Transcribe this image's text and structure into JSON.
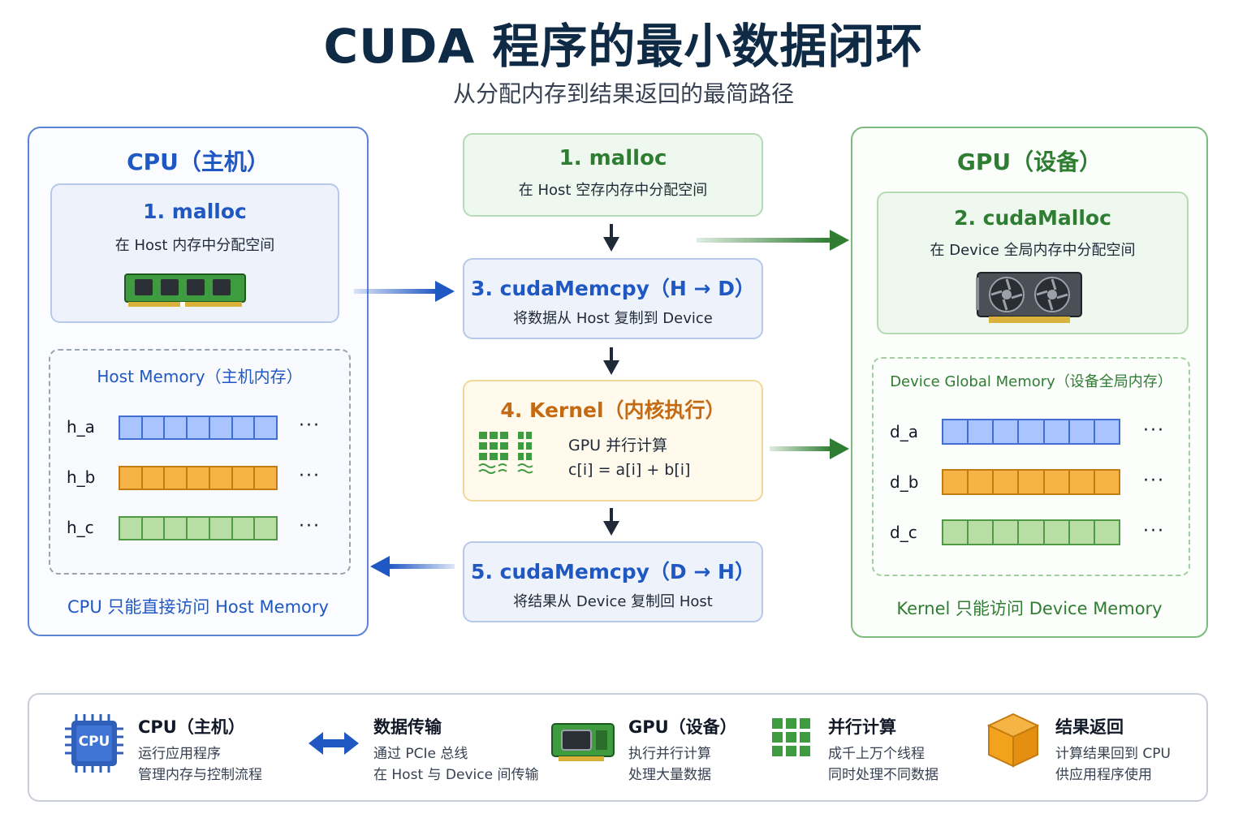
{
  "header": {
    "title": "CUDA 程序的最小数据闭环",
    "subtitle": "从分配内存到结果返回的最简路径"
  },
  "cpu_panel": {
    "title": "CPU（主机）",
    "malloc_title": "1. malloc",
    "malloc_sub": "在 Host 内存中分配空间",
    "memory_title": "Host Memory（主机内存）",
    "rows": [
      {
        "label": "h_a",
        "dots": "···"
      },
      {
        "label": "h_b",
        "dots": "···"
      },
      {
        "label": "h_c",
        "dots": "···"
      }
    ],
    "footer": "CPU 只能直接访问 Host Memory"
  },
  "gpu_panel": {
    "title": "GPU（设备）",
    "cudamalloc_title": "2. cudaMalloc",
    "cudamalloc_sub": "在 Device 全局内存中分配空间",
    "memory_title": "Device Global Memory（设备全局内存）",
    "rows": [
      {
        "label": "d_a",
        "dots": "···"
      },
      {
        "label": "d_b",
        "dots": "···"
      },
      {
        "label": "d_c",
        "dots": "···"
      }
    ],
    "footer": "Kernel 只能访问 Device Memory"
  },
  "steps": {
    "s1_title": "1. malloc",
    "s1_sub": "在 Host 空存内存中分配空间",
    "s3_title": "3. cudaMemcpy（H → D）",
    "s3_sub": "将数据从 Host 复制到 Device",
    "s4_title": "4. Kernel（内核执行）",
    "s4_line1": "GPU 并行计算",
    "s4_line2": "c[i] = a[i] + b[i]",
    "s5_title": "5. cudaMemcpy（D → H）",
    "s5_sub": "将结果从 Device 复制回 Host"
  },
  "legend": {
    "items": [
      {
        "title": "CPU（主机）",
        "line1": "运行应用程序",
        "line2": "管理内存与控制流程",
        "icon": "cpu-chip-icon"
      },
      {
        "title": "数据传输",
        "line1": "通过 PCIe 总线",
        "line2": "在 Host 与 Device 间传输",
        "icon": "double-arrow-icon"
      },
      {
        "title": "GPU（设备）",
        "line1": "执行并行计算",
        "line2": "处理大量数据",
        "icon": "gpu-card-icon"
      },
      {
        "title": "并行计算",
        "line1": "成千上万个线程",
        "line2": "同时处理不同数据",
        "icon": "grid-icon"
      },
      {
        "title": "结果返回",
        "line1": "计算结果回到 CPU",
        "line2": "供应用程序使用",
        "icon": "cube-icon"
      }
    ],
    "cpu_chip_text": "CPU"
  },
  "colors": {
    "blue": "#1f57c3",
    "green": "#2f7d32",
    "orange": "#c46a12",
    "cell_blue": "#a9c4ff",
    "cell_orange": "#f7b446",
    "cell_green": "#b8dea5"
  }
}
